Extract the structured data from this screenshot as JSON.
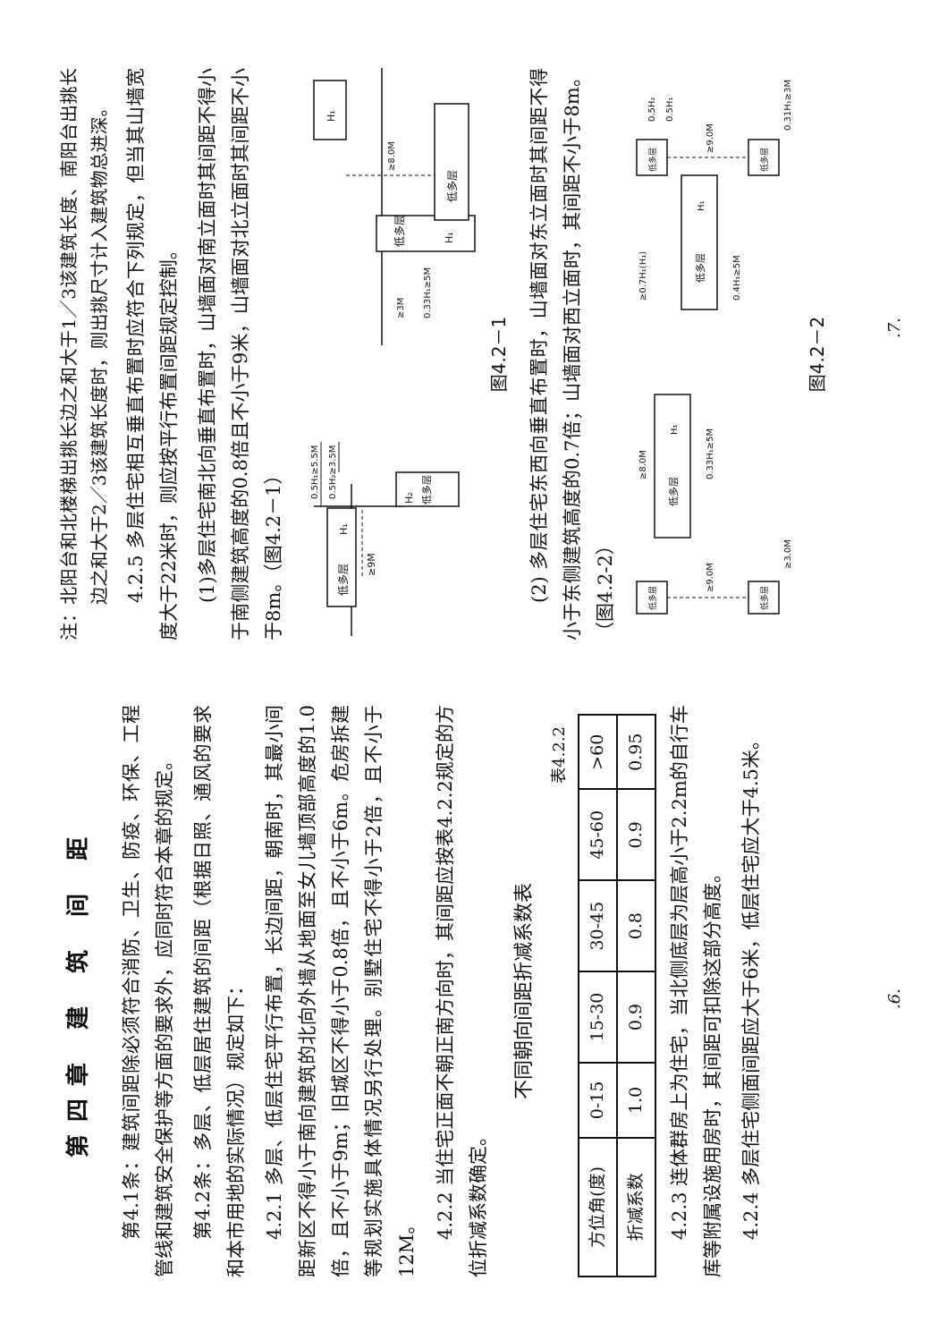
{
  "left_page": {
    "chapter_title": "第四章 建 筑 间 距",
    "art_4_1": "第4.1条：建筑间距除必须符合消防、卫生、防疫、环保、工程管线和建筑安全保护等方面的要求外，应同时符合本章的规定。",
    "art_4_2": "第4.2条：多层、低层居住建筑的间距（根据日照、通风的要求和本市用地的实际情况）规定如下：",
    "art_4_2_1": "4.2.1 多层、低层住宅平行布置，长边间距，朝南时，其最小间距新区不得小于南向建筑的北向外墙从地面至女儿墙顶部高度的1.0倍，且不小于9m；旧城区不得小于0.8倍，且不小于6m。危房拆建等规划实施具体情况另行处理。别墅住宅不得小于2倍，且不小于12M。",
    "art_4_2_2": "4.2.2 当住宅正面不朝正南方向时，其间距应按表4.2.2规定的方位折减系数确定。",
    "table_title": "不同朝向间距折减系数表",
    "table_no": "表4.2.2",
    "table": {
      "row1_header": "方位角(度)",
      "row1": [
        "0-15",
        "15-30",
        "30-45",
        "45-60",
        ">60"
      ],
      "row2_header": "折减系数",
      "row2": [
        "1.0",
        "0.9",
        "0.8",
        "0.9",
        "0.95"
      ]
    },
    "art_4_2_3": "4.2.3 连体群房上为住宅，当北侧底层为层高小于2.2m的自行车库等附属设施用房时，其间距可扣除这部分高度。",
    "art_4_2_4": "4.2.4 多层住宅侧面间距应大于6米，低层住宅应大于4.5米。",
    "page_number": ".6."
  },
  "right_page": {
    "note_label": "注：",
    "note": "北阳台和北楼梯出挑长边之和大于1／3该建筑长度、南阳台出挑长边之和大于2／3该建筑长度时，则出挑尺寸计入建筑物总进深。",
    "art_4_2_5": "4.2.5 多层住宅相互垂直布置时应符合下列规定，但当其山墙宽度大于22米时，则应按平行布置间距规定控制。",
    "art_4_2_5_1": "(1)多层住宅南北向垂直布置时，山墙面对南立面时其间距不得小于南侧建筑高度的0.8倍且不小于9米，山墙面对北立面时其间距不小于8m。（图4.2－1）",
    "fig1": {
      "caption": "图4.2－1",
      "bldg_label": "低多层",
      "h1": "H₁",
      "h2": "H₂",
      "dim_9m": "≥9M",
      "dim_05h1": "0.5H₁≥5.5M",
      "dim_05h2": "0.5H₂≥3.5M",
      "dim_8m": "≥8.0M",
      "dim_3m": "≥3M",
      "dim_033h1": "0.33H₁≥5M"
    },
    "art_4_2_5_2": "(2) 多层住宅东西向垂直布置时，山墙面对东立面时其间距不得小于东侧建筑高度的0.7倍；山墙面对西立面时，其间距不小于8m。（图4.2-2）",
    "fig2": {
      "caption": "图4.2－2",
      "bldg_label": "低多层",
      "h1": "H₁",
      "dim_8m": "≥8.0M",
      "dim_9m": "≥9.0M",
      "dim_3m": "≥3.0M",
      "dim_033h1": "0.33H₁≥5M",
      "dim_04h1": "0.4H₁≥5M",
      "dim_07h1": "≥0.7H₁(H₁)",
      "dim_05h": "0.5H₂",
      "dim_05h1": "0.5H₁",
      "dim_031h1": "0.31H₁≥3M",
      "dim_9m_b": "≥9.0M"
    },
    "page_number": ".7."
  }
}
